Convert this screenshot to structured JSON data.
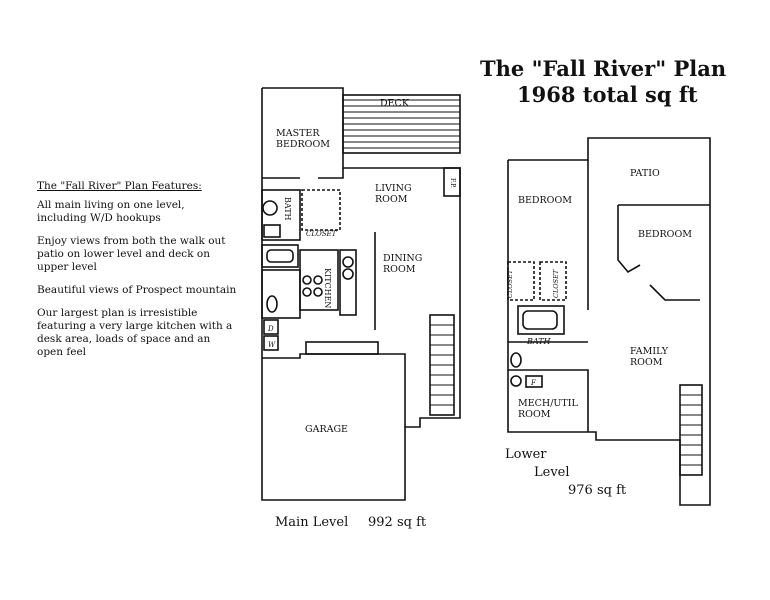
{
  "title": {
    "line1": "The \"Fall River\" Plan",
    "line2": "1968 total sq ft"
  },
  "features": {
    "heading": "The \"Fall River\" Plan Features:",
    "items": [
      "All main living on one level, including W/D hookups",
      "Enjoy views from both the walk out patio on lower level and deck on upper level",
      "Beautiful views of Prospect mountain",
      "Our largest plan is irresistible featuring a very large kitchen with a desk area, loads of space and an open feel"
    ]
  },
  "main_level": {
    "caption_name": "Main Level",
    "caption_area": "992 sq ft",
    "rooms": {
      "deck": "DECK",
      "master_bedroom_1": "MASTER",
      "master_bedroom_2": "BEDROOM",
      "living_room_1": "LIVING",
      "living_room_2": "ROOM",
      "fireplace": "F.P.",
      "bath": "BATH",
      "closet": "CLOSET",
      "kitchen": "KITCHEN",
      "dining_room_1": "DINING",
      "dining_room_2": "ROOM",
      "washer": "D",
      "dryer": "W",
      "garage": "GARAGE"
    }
  },
  "lower_level": {
    "caption_name_1": "Lower",
    "caption_name_2": "Level",
    "caption_area": "976 sq ft",
    "rooms": {
      "patio": "PATIO",
      "bedroom_left": "BEDROOM",
      "bedroom_right": "BEDROOM",
      "closet_1": "CLOSET",
      "closet_2": "CLOSET",
      "bath": "BATH",
      "furnace": "F",
      "mech_util_1": "MECH/UTIL",
      "mech_util_2": "ROOM",
      "family_room_1": "FAMILY",
      "family_room_2": "ROOM"
    }
  }
}
